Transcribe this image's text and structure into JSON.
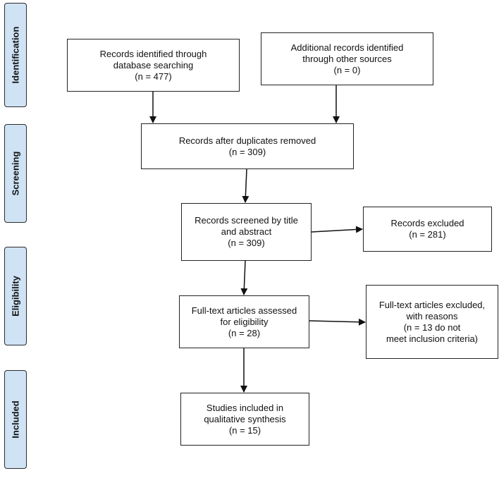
{
  "phases": {
    "identification": "Identification",
    "screening": "Screening",
    "eligibility": "Eligibility",
    "included": "Included"
  },
  "boxes": {
    "database": "Records identified through\ndatabase searching\n(n = 477)",
    "other_sources": "Additional records identified\nthrough other sources\n(n = 0)",
    "duplicates_removed": "Records after duplicates removed\n(n = 309)",
    "screened": "Records screened by title\nand abstract\n(n = 309)",
    "excluded": "Records excluded\n(n = 281)",
    "fulltext_assessed": "Full-text articles assessed\nfor eligibility\n(n = 28)",
    "fulltext_excluded": "Full-text articles excluded,\nwith reasons\n(n = 13 do not\nmeet inclusion criteria)",
    "included": "Studies included in\nqualitative synthesis\n(n = 15)"
  }
}
